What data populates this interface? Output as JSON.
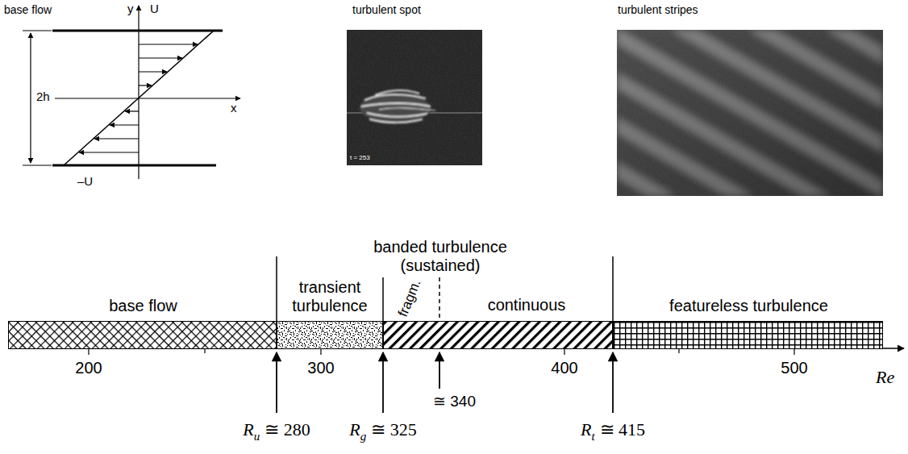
{
  "diagram": {
    "nodes": [
      {
        "text": [
          "base flow"
        ]
      },
      {
        "text": [
          "transient turbulence"
        ]
      },
      {
        "text": [
          "banded turbulence (sustained)"
        ]
      },
      {
        "text": [
          "fragm."
        ],
        "in": 2
      },
      {
        "text": [
          "continuous"
        ],
        "in": 2
      },
      {
        "text": [
          "featureless turbulence"
        ]
      }
    ],
    "labels": [
      "base flow",
      "y",
      "U",
      "2h",
      "x",
      "–U",
      "turbulent spot",
      "t = 253",
      "turbulent stripes",
      "200",
      "300",
      "400",
      "500",
      "Re",
      "R",
      "u",
      "≅ 280",
      "R",
      "g",
      "≅ 325",
      "≅ 340",
      "R",
      "t",
      "≅ 415"
    ]
  }
}
